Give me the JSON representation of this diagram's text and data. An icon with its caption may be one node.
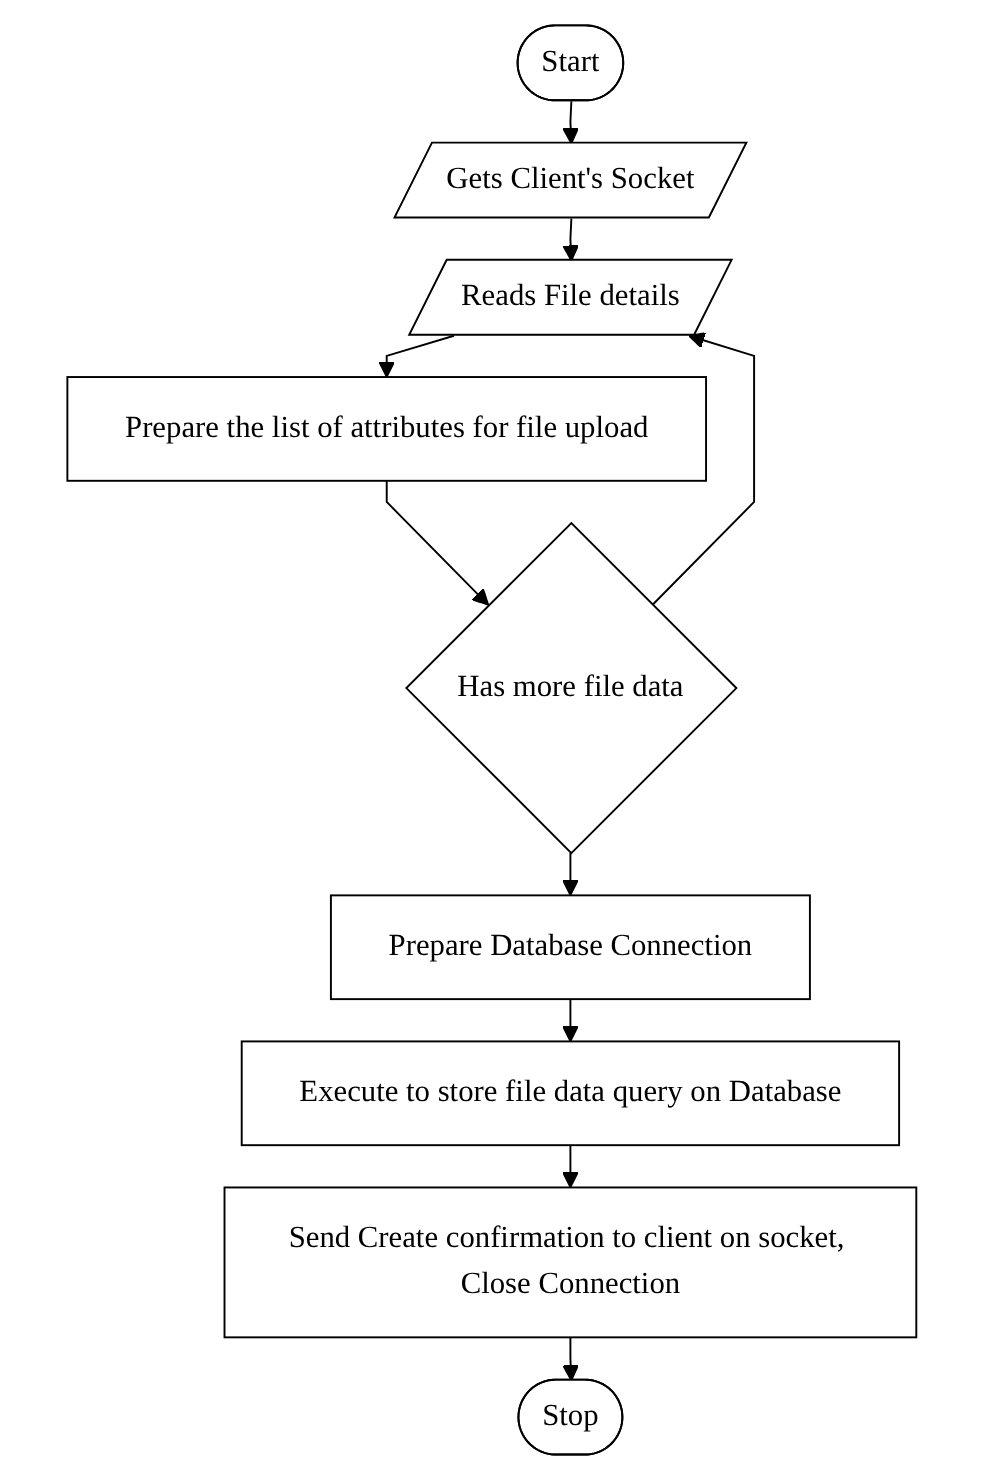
{
  "diagram": {
    "nodes": [
      {
        "text": [
          "Start"
        ]
      },
      {
        "text": [
          "Gets Client's Socket"
        ]
      },
      {
        "text": [
          "Reads File details"
        ]
      },
      {
        "text": [
          "Prepare the list of attributes for file upload"
        ]
      },
      {
        "text": [
          "Has more file data"
        ]
      },
      {
        "text": [
          "Prepare Database Connection"
        ]
      },
      {
        "text": [
          "Execute to store file data query on Database"
        ]
      },
      {
        "text": [
          "Send Create confirmation to client on socket, Close Connection"
        ]
      },
      {
        "text": [
          "Stop"
        ]
      }
    ],
    "edges": [
      {
        "from": 0,
        "to": 1,
        "arrow": "to"
      },
      {
        "from": 1,
        "to": 2,
        "arrow": "to"
      },
      {
        "from": 2,
        "to": 3,
        "arrow": "to"
      },
      {
        "from": 3,
        "to": 4,
        "arrow": "to"
      },
      {
        "from": 4,
        "to": 2,
        "arrow": "to"
      },
      {
        "from": 4,
        "to": 5,
        "arrow": "to"
      },
      {
        "from": 5,
        "to": 6,
        "arrow": "to"
      },
      {
        "from": 6,
        "to": 7,
        "arrow": "to"
      },
      {
        "from": 7,
        "to": 8,
        "arrow": "to"
      }
    ]
  }
}
